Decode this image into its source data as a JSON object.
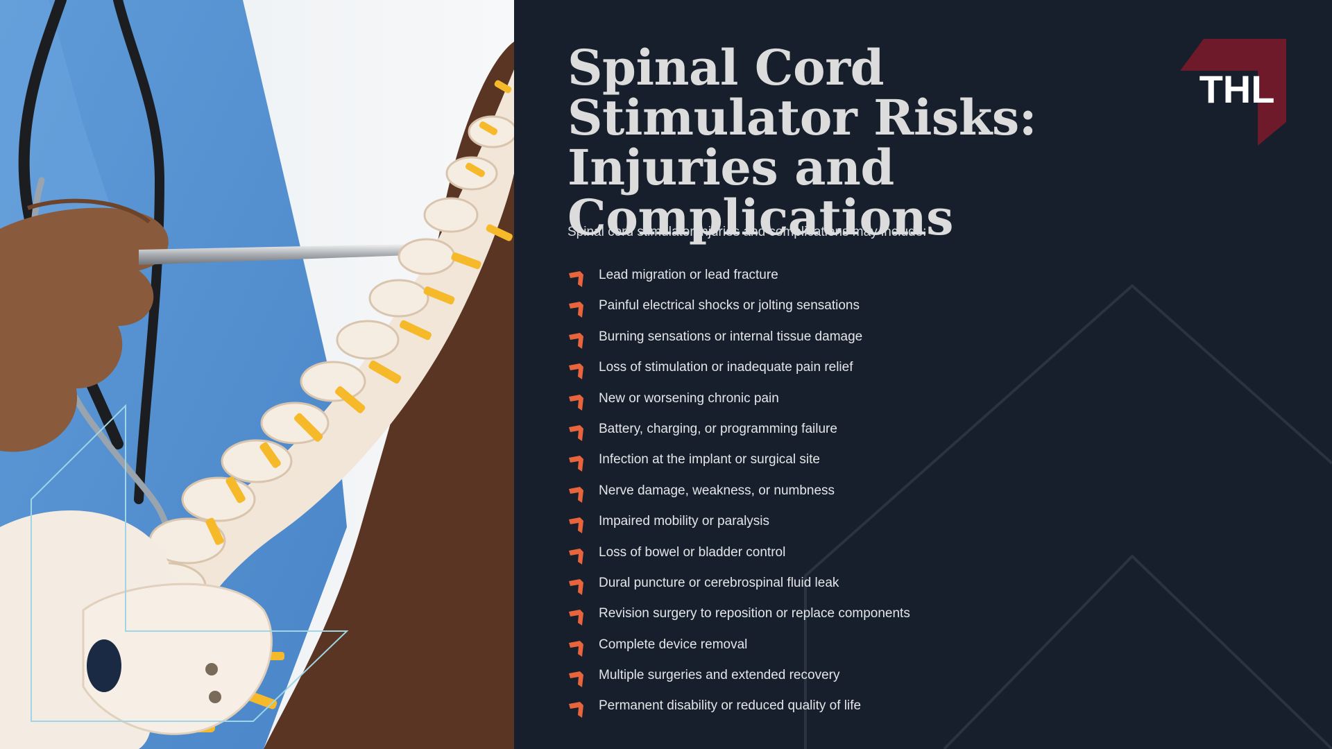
{
  "title": "Spinal Cord Stimulator Risks: Injuries and Complications",
  "intro": "Spinal cord stimulator injuries and complications may include:",
  "logo": {
    "text": "THL",
    "color": "#6e1a2a"
  },
  "bullet_icon": "corner-arrow-icon",
  "accent_color": "#e8643c",
  "photo": {
    "description_icon": "spine-model-image"
  },
  "risks": [
    {
      "label": "Lead migration or lead fracture"
    },
    {
      "label": "Painful electrical shocks or jolting sensations"
    },
    {
      "label": "Burning sensations or internal tissue damage"
    },
    {
      "label": "Loss of stimulation or inadequate pain relief"
    },
    {
      "label": "New or worsening chronic pain"
    },
    {
      "label": "Battery, charging, or programming failure"
    },
    {
      "label": "Infection at the implant or surgical site"
    },
    {
      "label": "Nerve damage, weakness, or numbness"
    },
    {
      "label": "Impaired mobility or paralysis"
    },
    {
      "label": "Loss of bowel or bladder control"
    },
    {
      "label": "Dural puncture or cerebrospinal fluid leak"
    },
    {
      "label": "Revision surgery to reposition or replace components"
    },
    {
      "label": "Complete device removal"
    },
    {
      "label": "Multiple surgeries and extended recovery"
    },
    {
      "label": "Permanent disability or reduced quality of life"
    }
  ]
}
